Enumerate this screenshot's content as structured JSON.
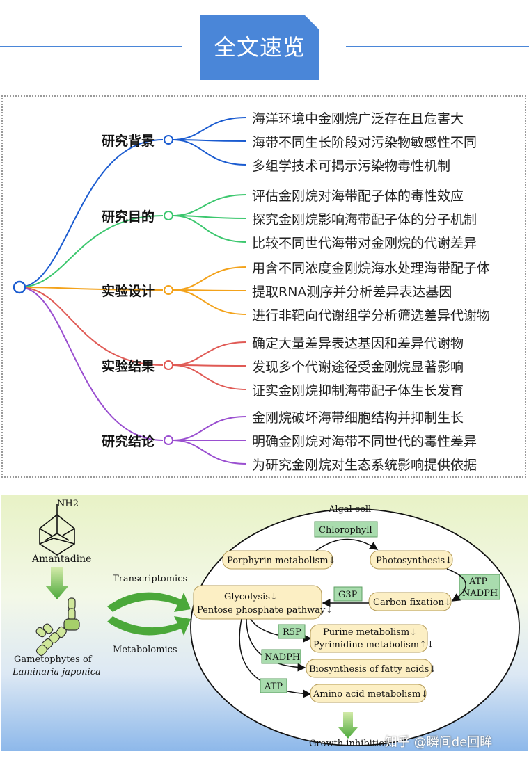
{
  "header": {
    "title": "全文速览"
  },
  "mindmap": {
    "categories": [
      {
        "label": "研究背景",
        "color": "#1a5bd0",
        "items": [
          "海洋环境中金刚烷广泛存在且危害大",
          "海带不同生长阶段对污染物敏感性不同",
          "多组学技术可揭示污染物毒性机制"
        ]
      },
      {
        "label": "研究目的",
        "color": "#3cc76e",
        "items": [
          "评估金刚烷对海带配子体的毒性效应",
          "探究金刚烷影响海带配子体的分子机制",
          "比较不同世代海带对金刚烷的代谢差异"
        ]
      },
      {
        "label": "实验设计",
        "color": "#f3a21a",
        "items": [
          "用含不同浓度金刚烷海水处理海带配子体",
          "提取RNA测序并分析差异表达基因",
          "进行非靶向代谢组学分析筛选差异代谢物"
        ]
      },
      {
        "label": "实验结果",
        "color": "#e05a55",
        "items": [
          "确定大量差异表达基因和差异代谢物",
          "发现多个代谢途径受金刚烷显著影响",
          "证实金刚烷抑制海带配子体生长发育"
        ]
      },
      {
        "label": "研究结论",
        "color": "#9a4fd0",
        "items": [
          "金刚烷破坏海带细胞结构并抑制生长",
          "明确金刚烷对海带不同世代的毒性差异",
          "为研究金刚烷对生态系统影响提供依据"
        ]
      }
    ]
  },
  "graphic": {
    "nh2": "NH2",
    "amantadine": "Amantadine",
    "gametophytes_line1": "Gametophytes of",
    "gametophytes_line2": "Laminaria japonica",
    "transcriptomics": "Transcriptomics",
    "metabolomics": "Metabolomics",
    "algal_cell": "Algal cell",
    "chlorophyll": "Chlorophyll",
    "porphyrin": "Porphyrin metabolism↓",
    "photosynthesis": "Photosynthesis↓",
    "atp_nadph_1": "ATP",
    "atp_nadph_2": "NADPH",
    "carbon_fixation": "Carbon fixation↓",
    "g3p": "G3P",
    "glycolysis": "Glycolysis↓",
    "pentose": "Pentose phosphate pathway↓",
    "r5p": "R5P",
    "purine": "Purine metabolism↓",
    "pyrimidine": "Pyrimidine metabolism↑↓",
    "nadph": "NADPH",
    "fatty": "Biosynthesis of fatty acids↓",
    "atp": "ATP",
    "amino": "Amino acid metabolism↓",
    "growth": "Growth inhibition",
    "watermark": "知乎 @瞬间de回眸"
  }
}
